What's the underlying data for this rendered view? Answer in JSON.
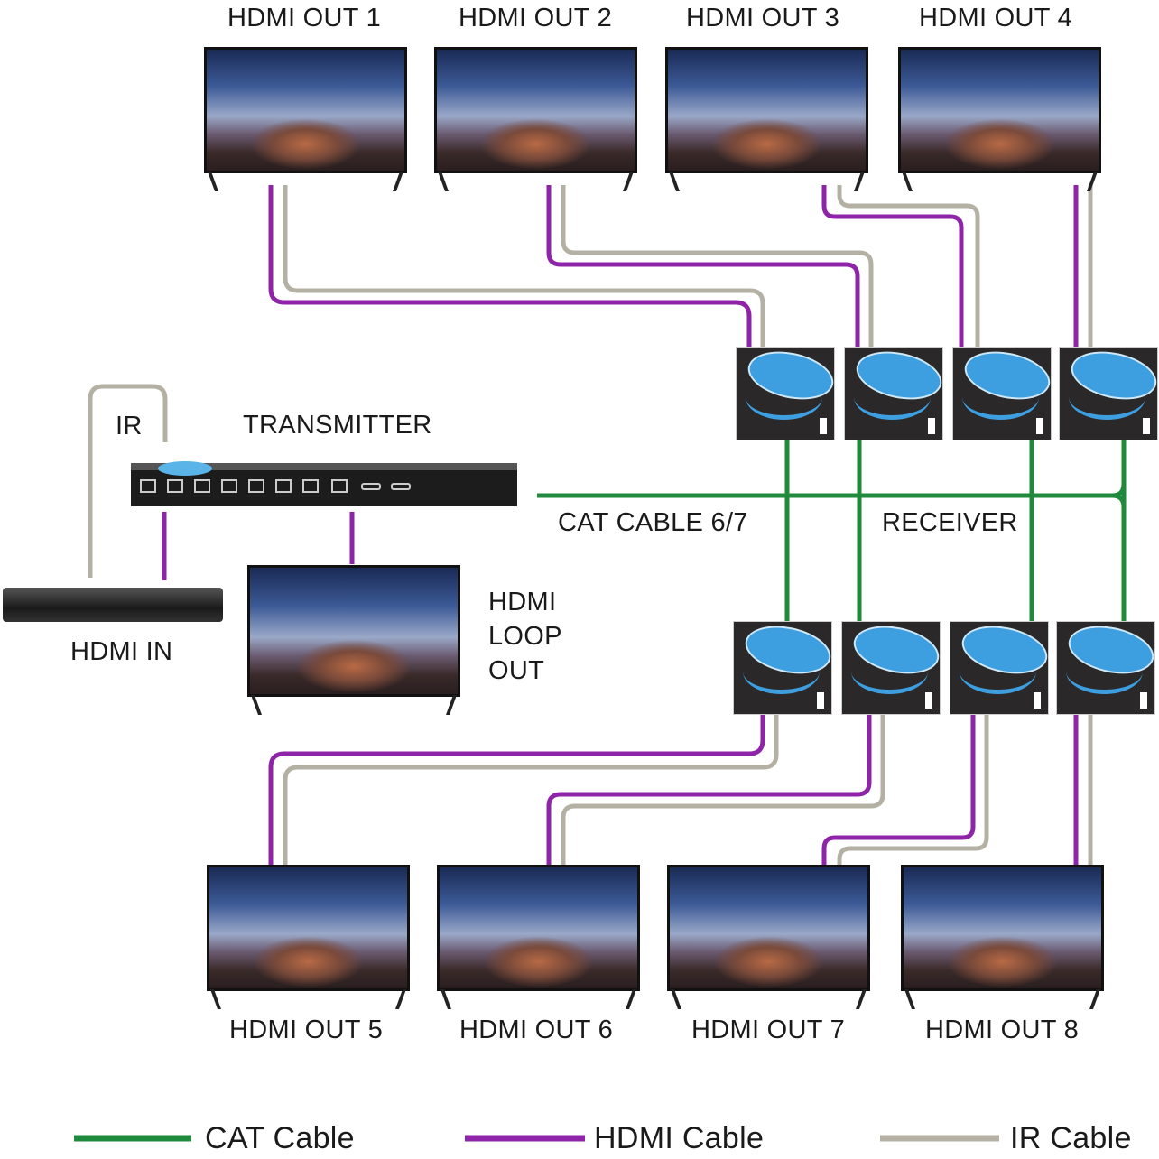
{
  "outputs_top": [
    "HDMI OUT 1",
    "HDMI OUT 2",
    "HDMI OUT 3",
    "HDMI OUT 4"
  ],
  "outputs_bottom": [
    "HDMI OUT 5",
    "HDMI OUT 6",
    "HDMI OUT 7",
    "HDMI OUT 8"
  ],
  "labels": {
    "ir": "IR",
    "transmitter": "TRANSMITTER",
    "cat_cable": "CAT CABLE 6/7",
    "receiver": "RECEIVER",
    "hdmi_in": "HDMI IN",
    "loop_1": "HDMI",
    "loop_2": "LOOP",
    "loop_3": "OUT"
  },
  "legend": [
    {
      "label": "CAT Cable",
      "color": "#1f8a3c"
    },
    {
      "label": "HDMI Cable",
      "color": "#8e24a8"
    },
    {
      "label": "IR Cable",
      "color": "#b5b0a4"
    }
  ],
  "colors": {
    "cat": "#1f8a3c",
    "hdmi": "#8e24a8",
    "ir": "#b5b0a4",
    "receiver_accent": "#3d9ee0"
  }
}
